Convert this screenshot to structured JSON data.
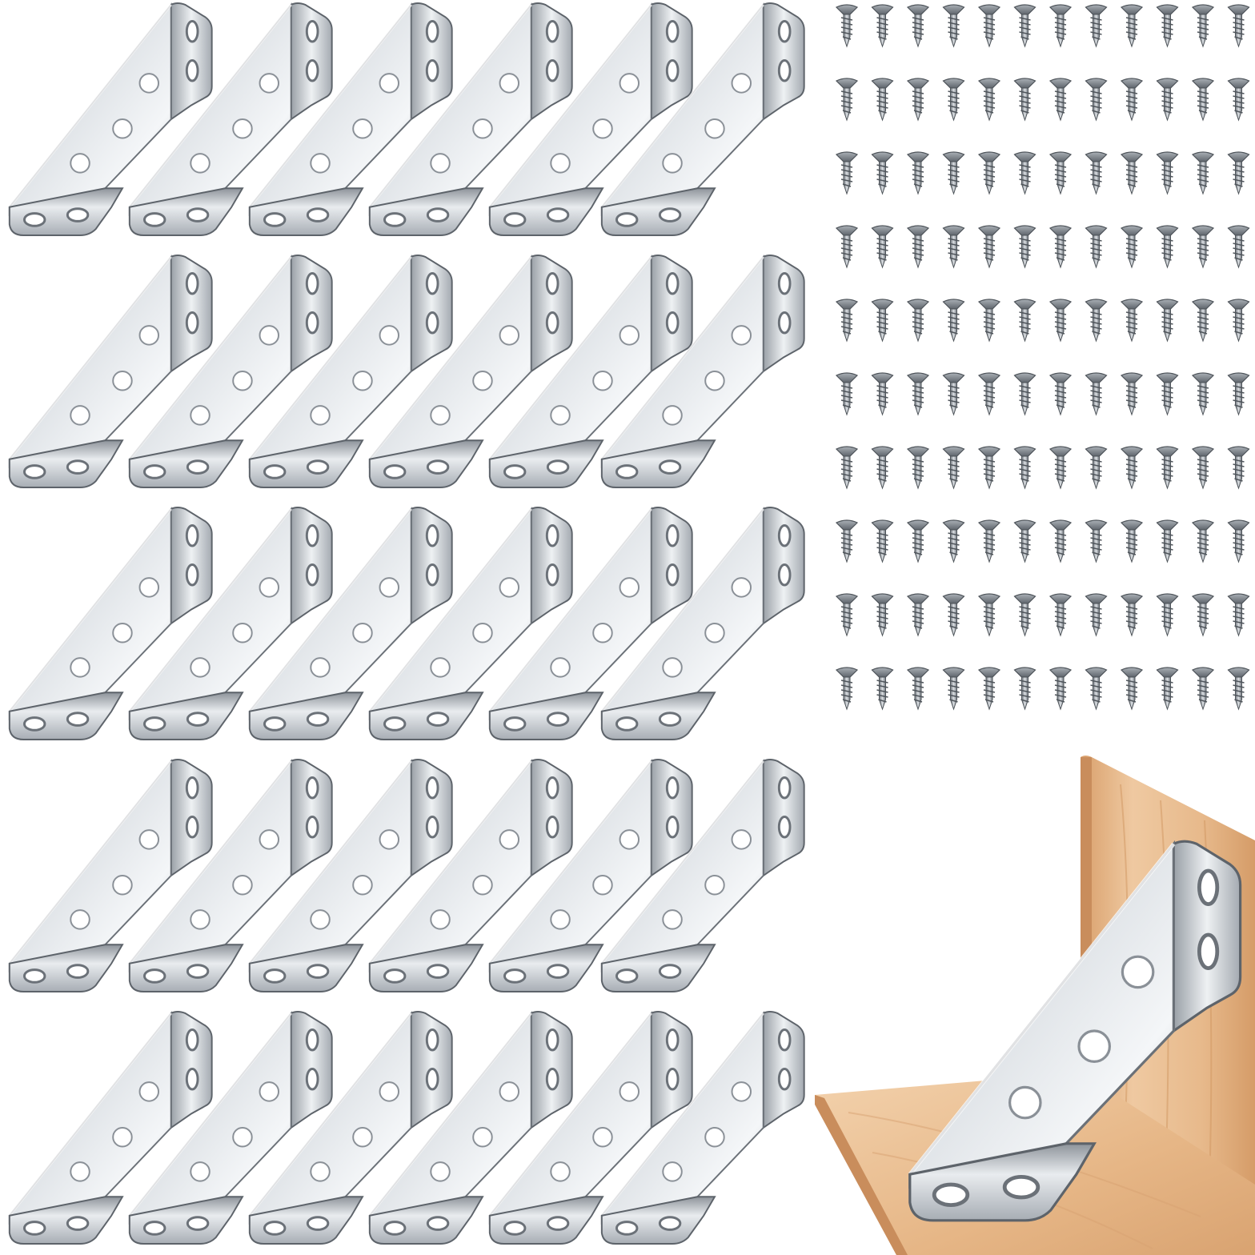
{
  "product": {
    "brackets": {
      "rows": 5,
      "columns": 6,
      "icon": "corner-bracket-icon"
    },
    "screws": {
      "rows": 10,
      "columns": 12,
      "icon": "countersunk-screw-icon"
    },
    "demo": {
      "icon": "bracket-mounted-on-wood-icon"
    }
  },
  "colors": {
    "background": "#ffffff",
    "steel_light": "#f2f4f6",
    "steel_mid": "#c9cdd2",
    "steel_dark": "#8a9097",
    "steel_edge": "#5d636a",
    "wood_light": "#f0c9a0",
    "wood_mid": "#e2ae7d",
    "wood_dark": "#c98d5c",
    "wood_edge": "#b07848"
  }
}
